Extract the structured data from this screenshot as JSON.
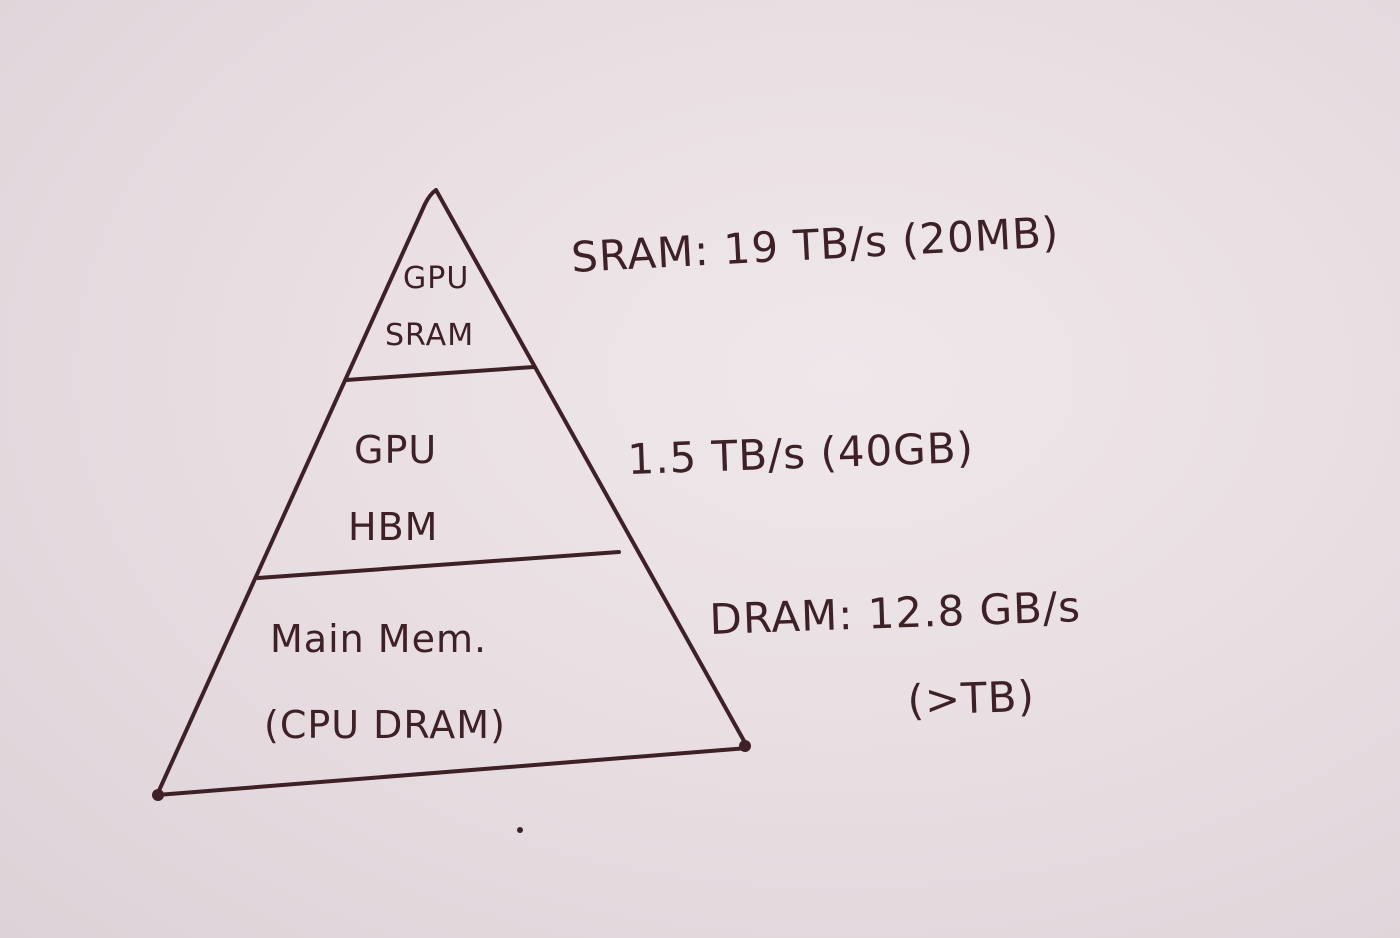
{
  "pyramid": {
    "levels": [
      {
        "line1": "GPU",
        "line2": "SRAM"
      },
      {
        "line1": "GPU",
        "line2": "HBM"
      },
      {
        "line1": "Main Mem.",
        "line2": "(CPU DRAM)"
      }
    ]
  },
  "annotations": [
    {
      "text": "SRAM: 19 TB/s (20MB)"
    },
    {
      "text": "1.5 TB/s (40GB)"
    },
    {
      "text": "DRAM: 12.8 GB/s"
    },
    {
      "text": "(>TB)"
    }
  ],
  "colors": {
    "ink": "#3d2126",
    "paper": "#ebe2e6"
  }
}
